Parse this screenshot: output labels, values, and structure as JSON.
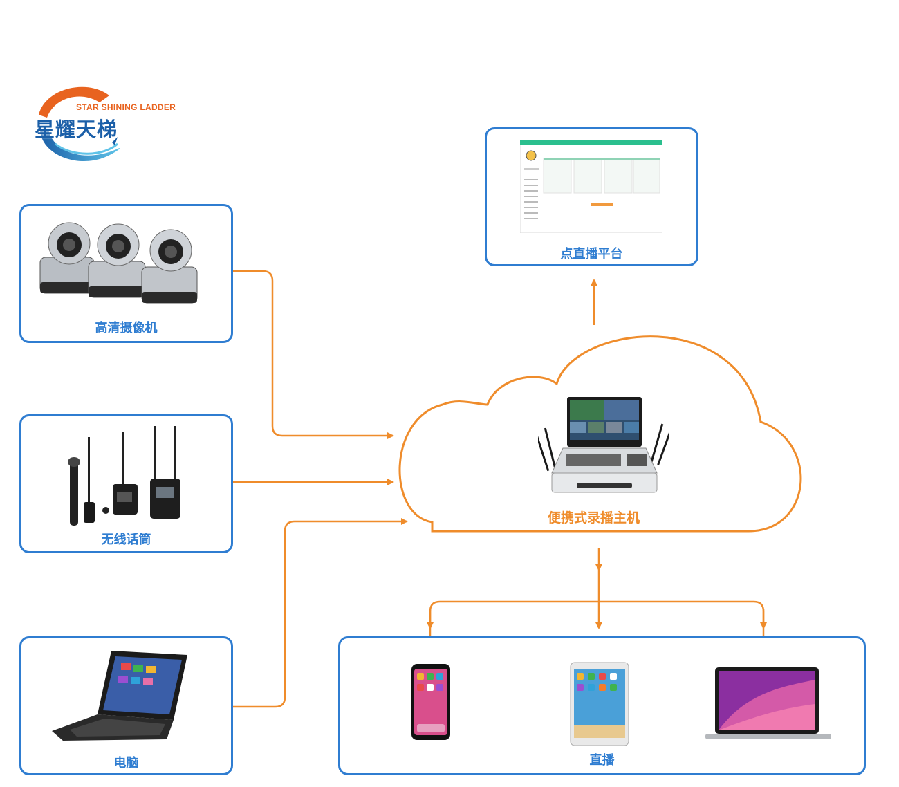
{
  "logo": {
    "english": "STAR SHINING LADDER",
    "chinese": "星耀天梯"
  },
  "inputs": {
    "camera_label": "高清摄像机",
    "mic_label": "无线话筒",
    "laptop_label": "电脑"
  },
  "center": {
    "host_label": "便携式录播主机"
  },
  "platform": {
    "label": "点直播平台"
  },
  "outputs": {
    "live_label": "直播"
  },
  "colors": {
    "box_border": "#2f7dd1",
    "arrow": "#ef8c2b",
    "label_blue": "#2f7dd1",
    "label_orange": "#ef8c2b"
  },
  "icons": [
    "ptz-camera-icon",
    "wireless-microphone-icon",
    "laptop-icon",
    "recording-host-icon",
    "web-platform-screenshot-icon",
    "phone-icon",
    "tablet-icon",
    "macbook-icon"
  ]
}
